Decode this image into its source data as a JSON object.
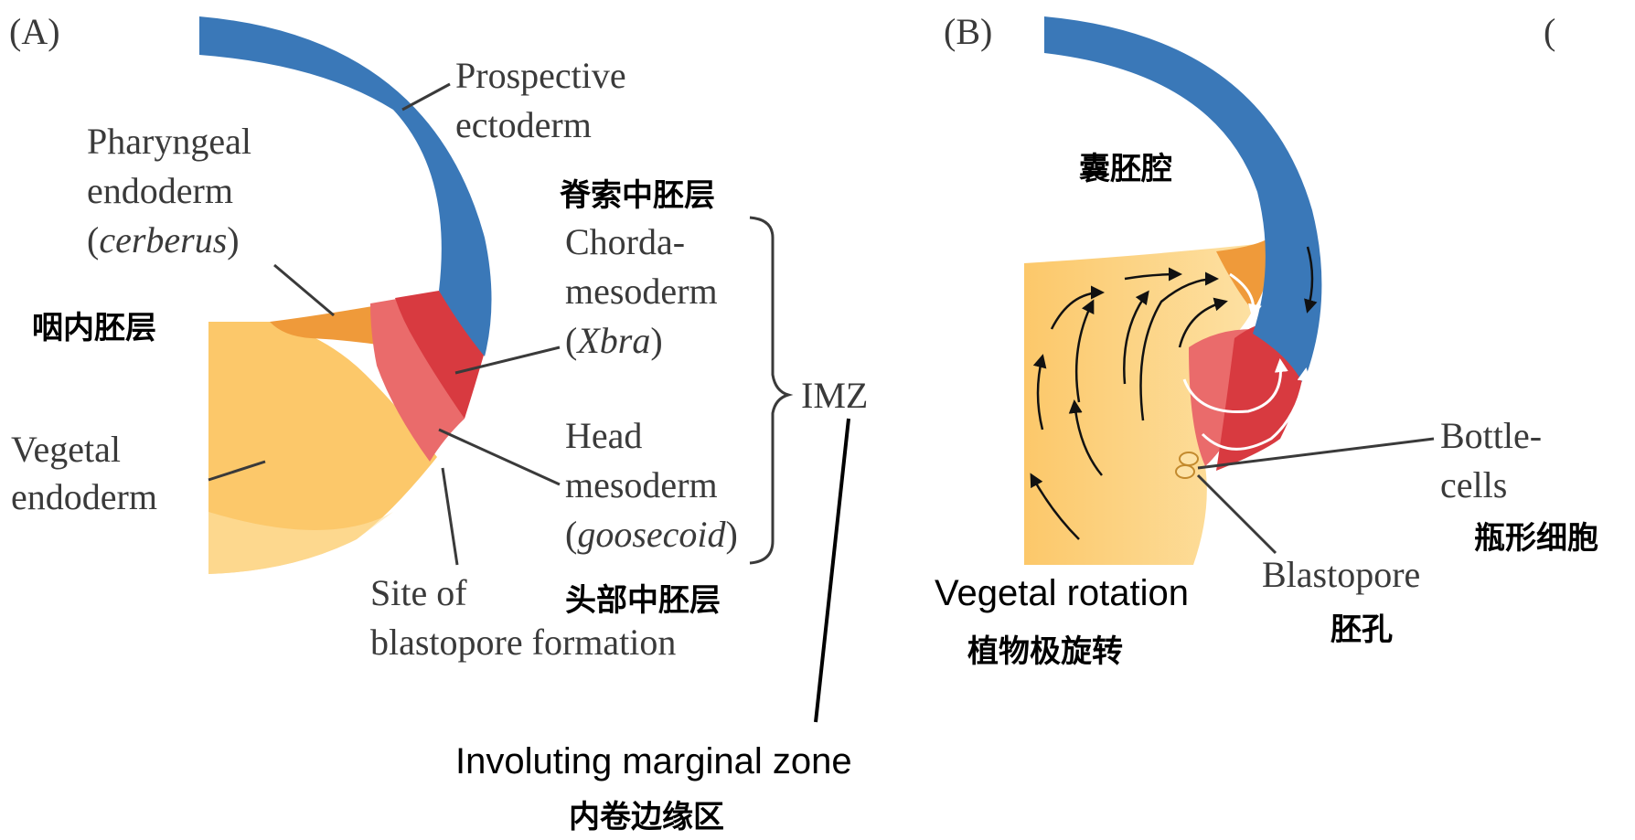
{
  "colors": {
    "ectoderm": "#3a78b8",
    "ectoderm_dark": "#2b5f96",
    "vegetal_endoderm": "#fcc86a",
    "vegetal_endoderm_light": "#fde2a6",
    "pharyngeal_endoderm": "#ef9a3a",
    "chordamesoderm": "#d83a40",
    "head_mesoderm": "#ea6b6b",
    "leader_line": "#3a3a3a"
  },
  "panel_a": {
    "tag": "(A)",
    "prospective_ectoderm": [
      "Prospective",
      "ectoderm"
    ],
    "pharyngeal_endoderm": [
      "Pharyngeal",
      "endoderm",
      "(",
      "cerberus",
      ")"
    ],
    "pharyngeal_endoderm_cn": "咽内胚层",
    "chordamesoderm_cn": "脊索中胚层",
    "chordamesoderm": [
      "Chorda-",
      "mesoderm",
      "(",
      "Xbra",
      ")"
    ],
    "imz": "IMZ",
    "vegetal_endoderm": [
      "Vegetal",
      "endoderm"
    ],
    "head_mesoderm": [
      "Head",
      "mesoderm",
      "(",
      "goosecoid",
      ")"
    ],
    "site_of_blastopore": [
      "Site of",
      "blastopore formation"
    ],
    "head_mesoderm_cn": "头部中胚层",
    "involuting_marginal_zone": "Involuting marginal zone",
    "involuting_marginal_zone_cn": "内卷边缘区"
  },
  "panel_b": {
    "tag": "(B)",
    "tag_c_partial": "(",
    "blastocoel_cn": "囊胚腔",
    "bottle_cells": [
      "Bottle-",
      "cells"
    ],
    "bottle_cells_cn": "瓶形细胞",
    "blastopore": "Blastopore",
    "blastopore_cn": "胚孔",
    "vegetal_rotation": "Vegetal rotation",
    "vegetal_rotation_cn": "植物极旋转"
  }
}
